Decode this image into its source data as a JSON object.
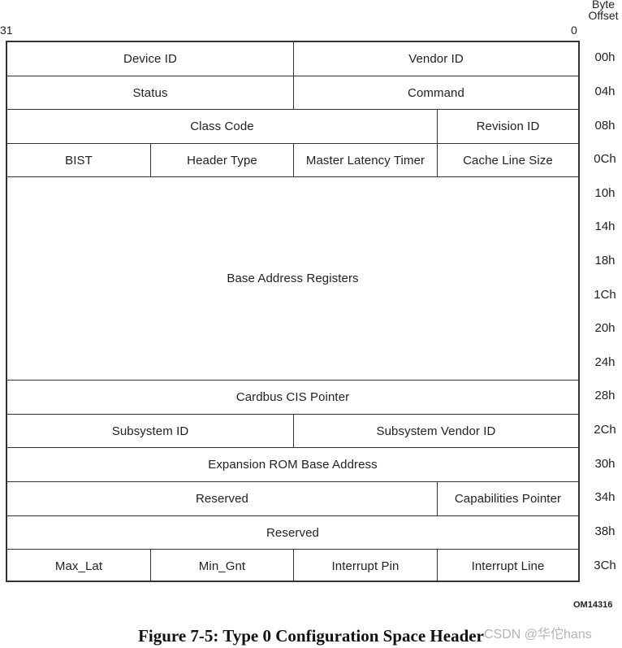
{
  "header": {
    "byte_offset": "Byte\nOffset",
    "bit_high": "31",
    "bit_low": "0"
  },
  "rows": [
    {
      "offset": "00h",
      "cells": [
        "Device ID",
        "Vendor ID"
      ]
    },
    {
      "offset": "04h",
      "cells": [
        "Status",
        "Command"
      ]
    },
    {
      "offset": "08h",
      "cells": [
        "Class Code",
        "Revision ID"
      ]
    },
    {
      "offset": "0Ch",
      "cells": [
        "BIST",
        "Header Type",
        "Master Latency Timer",
        "Cache Line Size"
      ]
    },
    {
      "offset": "10h",
      "cells": [
        "Base Address Registers"
      ]
    },
    {
      "offset": "14h",
      "cells": []
    },
    {
      "offset": "18h",
      "cells": []
    },
    {
      "offset": "1Ch",
      "cells": []
    },
    {
      "offset": "20h",
      "cells": []
    },
    {
      "offset": "24h",
      "cells": []
    },
    {
      "offset": "28h",
      "cells": [
        "Cardbus CIS Pointer"
      ]
    },
    {
      "offset": "2Ch",
      "cells": [
        "Subsystem ID",
        "Subsystem Vendor ID"
      ]
    },
    {
      "offset": "30h",
      "cells": [
        "Expansion ROM Base Address"
      ]
    },
    {
      "offset": "34h",
      "cells": [
        "Reserved",
        "Capabilities Pointer"
      ]
    },
    {
      "offset": "38h",
      "cells": [
        "Reserved"
      ]
    },
    {
      "offset": "3Ch",
      "cells": [
        "Max_Lat",
        "Min_Gnt",
        "Interrupt Pin",
        "Interrupt Line"
      ]
    }
  ],
  "figure_id": "OM14316",
  "caption": "Figure 7-5:  Type 0 Configuration Space Header",
  "watermark": "CSDN @华佗hans"
}
